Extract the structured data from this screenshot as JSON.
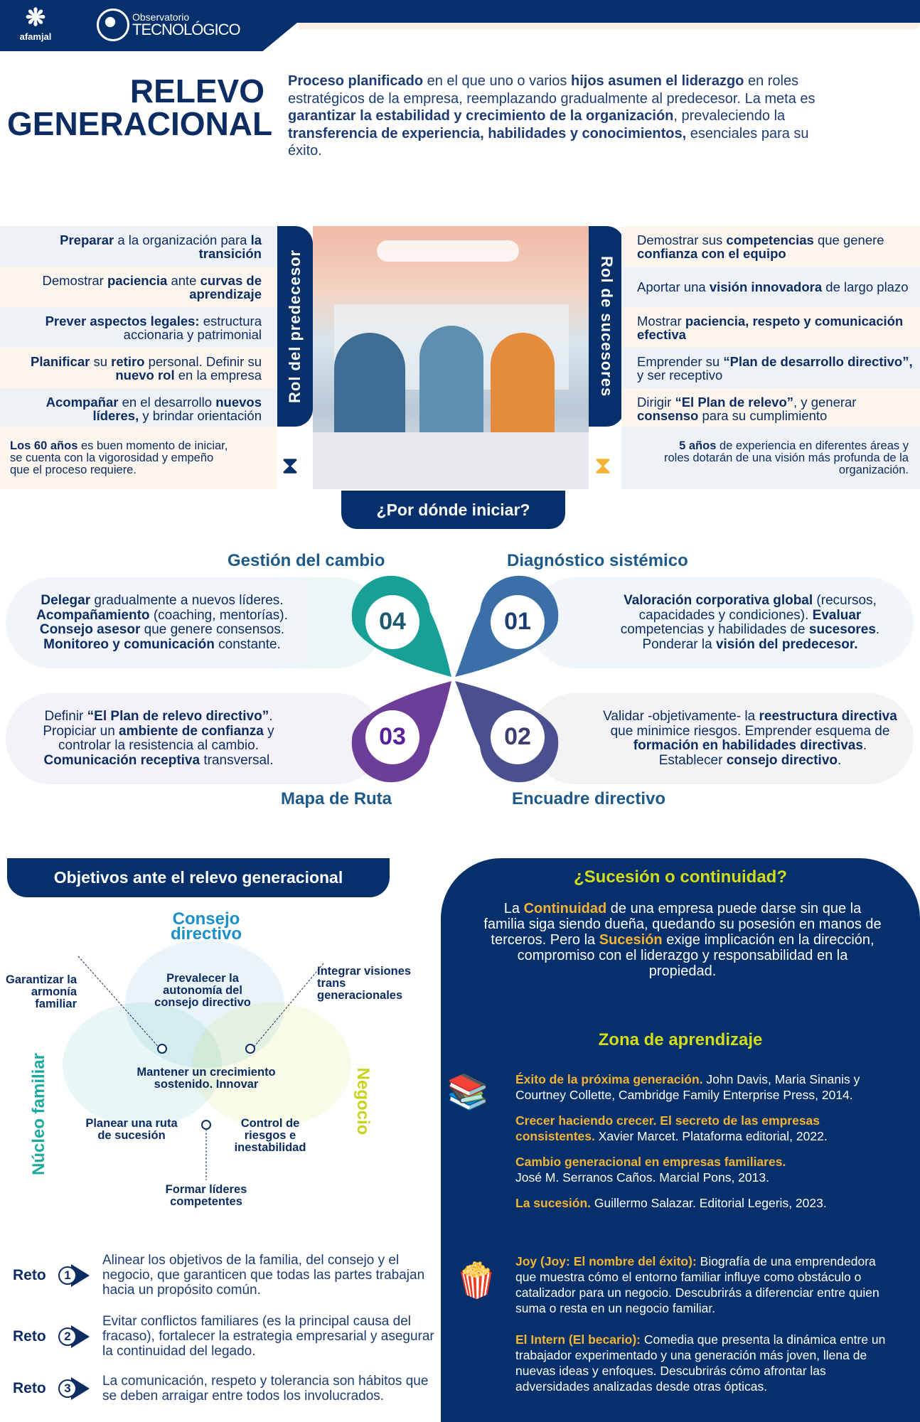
{
  "header": {
    "logo1": "afamjal",
    "logo2_line1": "Observatorio",
    "logo2_line2": "TECNOLÓGICO"
  },
  "title": {
    "line1": "RELEVO",
    "line2": "GENERACIONAL"
  },
  "intro": [
    {
      "b": "Proceso planificado"
    },
    {
      "t": " en el que uno o varios "
    },
    {
      "b": "hijos asumen el liderazgo"
    },
    {
      "t": " en roles estratégicos de la empresa, reemplazando gradualmente al predecesor. La meta es "
    },
    {
      "b": "garantizar la estabilidad y crecimiento de la organización"
    },
    {
      "t": ", prevaleciendo la "
    },
    {
      "b": "transferencia de experiencia, habilidades y conocimientos,"
    },
    {
      "t": " esenciales para su éxito."
    }
  ],
  "predecesor": {
    "rail": "Rol del predecesor",
    "items": [
      [
        {
          "b": "Preparar"
        },
        {
          "t": " a la organización para "
        },
        {
          "b": "la transición"
        }
      ],
      [
        {
          "t": "Demostrar "
        },
        {
          "b": "paciencia"
        },
        {
          "t": " ante "
        },
        {
          "b": "curvas de aprendizaje"
        }
      ],
      [
        {
          "b": "Prever aspectos legales:"
        },
        {
          "t": " estructura accionaria y patrimonial"
        }
      ],
      [
        {
          "b": "Planificar"
        },
        {
          "t": " su "
        },
        {
          "b": "retiro"
        },
        {
          "t": " personal. Definir su "
        },
        {
          "b": "nuevo rol"
        },
        {
          "t": " en la empresa"
        }
      ],
      [
        {
          "b": "Acompañar"
        },
        {
          "t": "  en el desarrollo "
        },
        {
          "b": "nuevos líderes,"
        },
        {
          "t": " y brindar orientación"
        }
      ]
    ],
    "note": [
      {
        "b": "Los 60 años"
      },
      {
        "t": " es buen momento de iniciar, se cuenta con la vigorosidad y empeño que el proceso requiere."
      }
    ]
  },
  "sucesores": {
    "rail": "Rol de sucesores",
    "items": [
      [
        {
          "t": "Demostrar sus "
        },
        {
          "b": "competencias"
        },
        {
          "t": " que genere "
        },
        {
          "b": "confianza con el equipo"
        }
      ],
      [
        {
          "t": "Aportar una "
        },
        {
          "b": "visión innovadora"
        },
        {
          "t": " de largo plazo"
        }
      ],
      [
        {
          "t": "Mostrar "
        },
        {
          "b": "paciencia, respeto y comunicación efectiva"
        }
      ],
      [
        {
          "t": "Emprender su "
        },
        {
          "b": "“Plan de desarrollo directivo”,"
        },
        {
          "t": " y ser receptivo"
        }
      ],
      [
        {
          "t": "Dirigir "
        },
        {
          "b": "“El Plan de relevo”"
        },
        {
          "t": ", y generar "
        },
        {
          "b": "consenso"
        },
        {
          "t": " para su cumplimiento"
        }
      ]
    ],
    "note": [
      {
        "b": "5 años"
      },
      {
        "t": " de experiencia en diferentes áreas y roles dotarán de una visión más profunda de la organización."
      }
    ]
  },
  "start": {
    "tab": "¿Por dónde iniciar?",
    "steps": [
      {
        "num": "04",
        "title": "Gestión del cambio",
        "color": "#16a096",
        "text": [
          {
            "b": "Delegar"
          },
          {
            "t": " gradualmente a nuevos líderes. "
          },
          {
            "br": 1
          },
          {
            "b": "Acompañamiento"
          },
          {
            "t": " (coaching, mentorías). "
          },
          {
            "br": 1
          },
          {
            "b": "Consejo asesor"
          },
          {
            "t": " que genere consensos. "
          },
          {
            "br": 1
          },
          {
            "b": "Monitoreo y comunicación"
          },
          {
            "t": " constante."
          }
        ]
      },
      {
        "num": "01",
        "title": "Diagnóstico sistémico",
        "color": "#3a6fa8",
        "text": [
          {
            "b": "Valoración corporativa global"
          },
          {
            "t": " (recursos, capacidades y condiciones). "
          },
          {
            "b": "Evaluar"
          },
          {
            "t": " competencias y habilidades de "
          },
          {
            "b": "sucesores"
          },
          {
            "t": ". Ponderar la "
          },
          {
            "b": "visión del predecesor."
          }
        ]
      },
      {
        "num": "03",
        "title": "Mapa de Ruta",
        "color": "#6d3e98",
        "text": [
          {
            "t": "Definir  "
          },
          {
            "b": "“El Plan de relevo directivo”"
          },
          {
            "t": ". Propiciar un "
          },
          {
            "b": "ambiente de confianza"
          },
          {
            "t": " y controlar la resistencia al cambio. "
          },
          {
            "b": "Comunicación receptiva"
          },
          {
            "t": " transversal."
          }
        ]
      },
      {
        "num": "02",
        "title": "Encuadre directivo",
        "color": "#4a4f8f",
        "text": [
          {
            "t": "Validar -objetivamente- la "
          },
          {
            "b": "reestructura directiva"
          },
          {
            "t": " que minimice riesgos. Emprender esquema de "
          },
          {
            "b": "formación en habilidades directivas"
          },
          {
            "t": ". Establecer "
          },
          {
            "b": "consejo directivo"
          },
          {
            "t": "."
          }
        ]
      }
    ]
  },
  "objetivos": {
    "title": "Objetivos ante el relevo generacional",
    "venn": {
      "consejo": "Consejo directivo",
      "nucleo": "Núcleo familiar",
      "negocio": "Negocio",
      "top": "Prevalecer la autonomía del consejo directivo",
      "center": "Mantener un crecimiento sostenido. Innovar",
      "left": "Planear una ruta de sucesión",
      "right": "Control de riesgos e inestabilidad",
      "c_left": "Garantizar la armonía familiar",
      "c_right": "Integrar visiones trans generacionales",
      "c_bottom": "Formar líderes competentes",
      "colors": {
        "consejo": "#1a8fc9",
        "nucleo": "#1ea9a0",
        "negocio": "#c8d21a"
      }
    },
    "retos": [
      {
        "label": "Reto",
        "num": "1",
        "text": "Alinear los objetivos de la familia, del consejo y el negocio, que garanticen que todas las partes trabajan hacia un propósito común."
      },
      {
        "label": "Reto",
        "num": "2",
        "text": "Evitar conflictos familiares (es la principal causa del fracaso), fortalecer la estrategia empresarial y asegurar la continuidad del legado."
      },
      {
        "label": "Reto",
        "num": "3",
        "text": "La comunicación, respeto y tolerancia son hábitos que se deben arraigar entre todos los involucrados."
      }
    ]
  },
  "panel": {
    "title": "¿Sucesión o continuidad?",
    "text": [
      {
        "t": "La "
      },
      {
        "y": "Continuidad"
      },
      {
        "t": " de una empresa puede darse sin que la familia siga siendo dueña, quedando su posesión en manos de terceros. Pero la "
      },
      {
        "y": "Sucesión"
      },
      {
        "t": " exige implicación en la dirección, compromiso con el liderazgo y responsabilidad en la propiedad."
      }
    ],
    "zona": "Zona de aprendizaje",
    "books": [
      [
        {
          "b": "Éxito de la próxima generación."
        },
        {
          "t": " John Davis, Maria Sinanis y Courtney Collette, Cambridge Family Enterprise Press, 2014."
        }
      ],
      [
        {
          "b": "Crecer haciendo crecer. El secreto de las empresas consistentes."
        },
        {
          "t": " Xavier Marcet. Plataforma editorial, 2022."
        }
      ],
      [
        {
          "b": "Cambio generacional en empresas familiares."
        },
        {
          "br": 1
        },
        {
          "t": "José M. Serranos Caños. Marcial Pons, 2013."
        }
      ],
      [
        {
          "b": "La sucesión."
        },
        {
          "t": " Guillermo Salazar. Editorial Legeris, 2023."
        }
      ]
    ],
    "movies": [
      [
        {
          "b": "Joy (Joy: El nombre del éxito):"
        },
        {
          "t": " Biografía de una emprendedora que muestra cómo el entorno familiar influye como obstáculo o catalizador para un negocio. Descubrirás a diferenciar entre quien suma o resta en un negocio familiar."
        }
      ],
      [
        {
          "b": "El Intern (El becario):"
        },
        {
          "t": " Comedia que presenta la dinámica entre un trabajador experimentado y una generación más joven, llena de nuevas ideas y enfoques. Descubrirás cómo afrontar las adversidades analizadas desde otras ópticas."
        }
      ]
    ]
  },
  "colors": {
    "navy": "#05306b",
    "peach": "#fbf5ee",
    "yellow": "#d3dc19",
    "orange": "#f5b335"
  }
}
